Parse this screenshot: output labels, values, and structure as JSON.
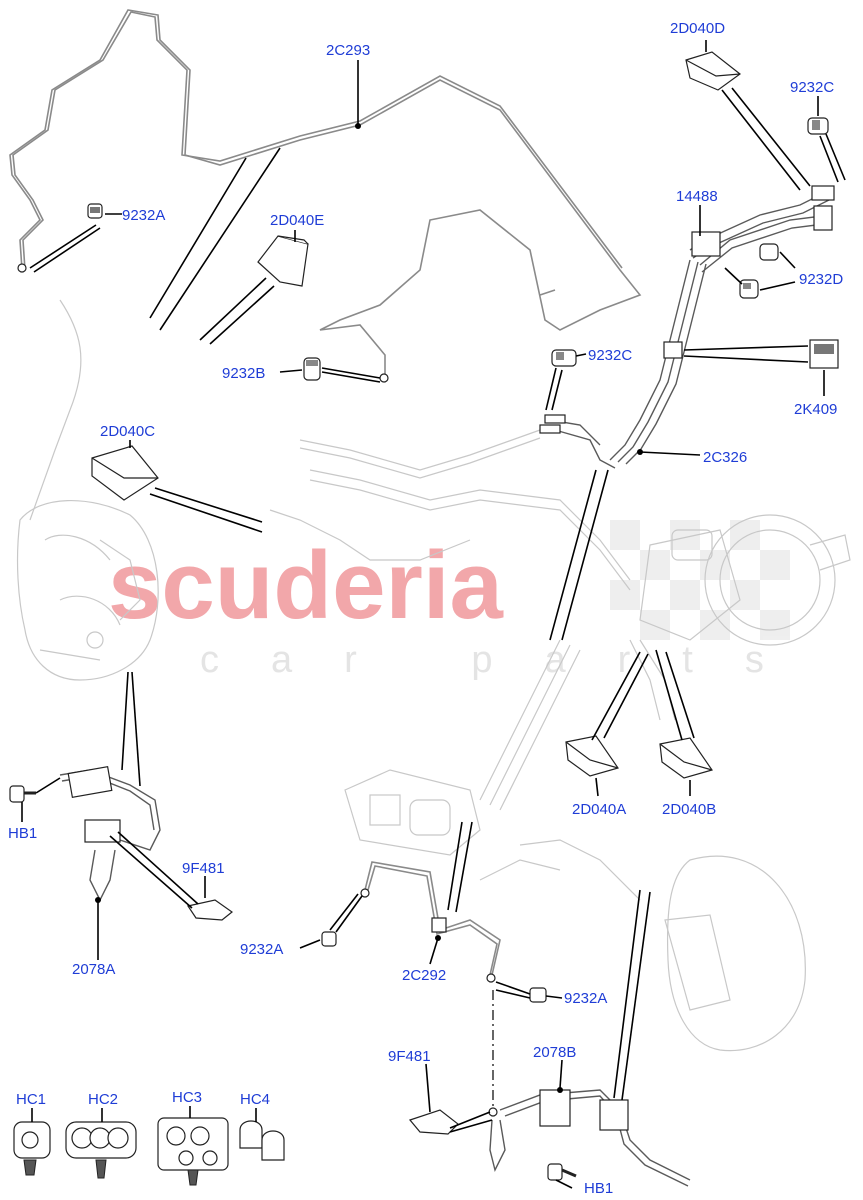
{
  "watermark": {
    "brand": "scuderia",
    "subtitle": "car parts"
  },
  "labels": {
    "l_2C293": "2C293",
    "l_9232A_top": "9232A",
    "l_2D040E": "2D040E",
    "l_9232B": "9232B",
    "l_2D040C": "2D040C",
    "l_2D040D": "2D040D",
    "l_9232C_top": "9232C",
    "l_14488": "14488",
    "l_9232D": "9232D",
    "l_9232C_mid": "9232C",
    "l_2K409": "2K409",
    "l_2C326": "2C326",
    "l_2D040A": "2D040A",
    "l_2D040B": "2D040B",
    "l_HB1_left": "HB1",
    "l_9F481_left": "9F481",
    "l_2078A": "2078A",
    "l_9232A_left": "9232A",
    "l_2C292": "2C292",
    "l_9232A_right": "9232A",
    "l_9F481_bottom": "9F481",
    "l_2078B": "2078B",
    "l_HB1_bottom": "HB1",
    "l_HC1": "HC1",
    "l_HC2": "HC2",
    "l_HC3": "HC3",
    "l_HC4": "HC4"
  }
}
